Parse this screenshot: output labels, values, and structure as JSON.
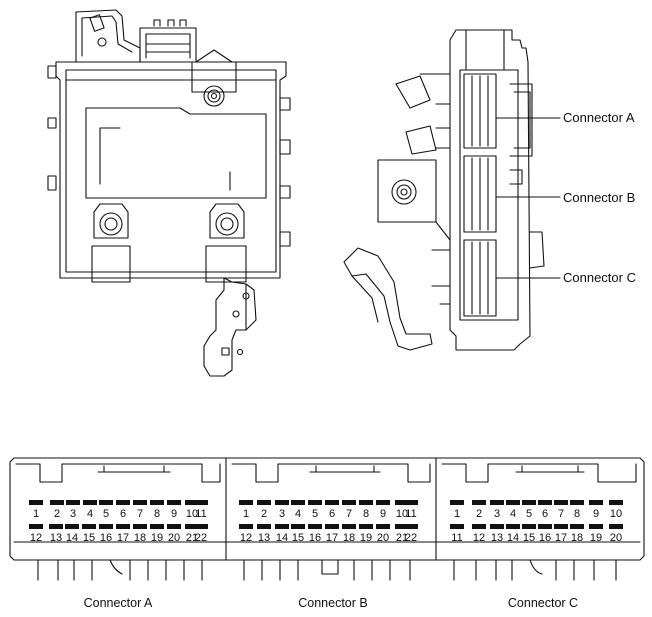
{
  "callouts": {
    "a": "Connector A",
    "b": "Connector B",
    "c": "Connector C"
  },
  "connectors": [
    {
      "label": "Connector A",
      "top_row": [
        "1",
        "2",
        "3",
        "4",
        "5",
        "6",
        "7",
        "8",
        "9",
        "10",
        "11"
      ],
      "bottom_row": [
        "12",
        "13",
        "14",
        "15",
        "16",
        "17",
        "18",
        "19",
        "20",
        "21",
        "22"
      ]
    },
    {
      "label": "Connector B",
      "top_row": [
        "1",
        "2",
        "3",
        "4",
        "5",
        "6",
        "7",
        "8",
        "9",
        "10",
        "11"
      ],
      "bottom_row": [
        "12",
        "13",
        "14",
        "15",
        "16",
        "17",
        "18",
        "19",
        "20",
        "21",
        "22"
      ]
    },
    {
      "label": "Connector C",
      "top_row": [
        "1",
        "2",
        "3",
        "4",
        "5",
        "6",
        "7",
        "8",
        "9",
        "10"
      ],
      "bottom_row": [
        "11",
        "12",
        "13",
        "14",
        "15",
        "16",
        "17",
        "18",
        "19",
        "20"
      ]
    }
  ]
}
